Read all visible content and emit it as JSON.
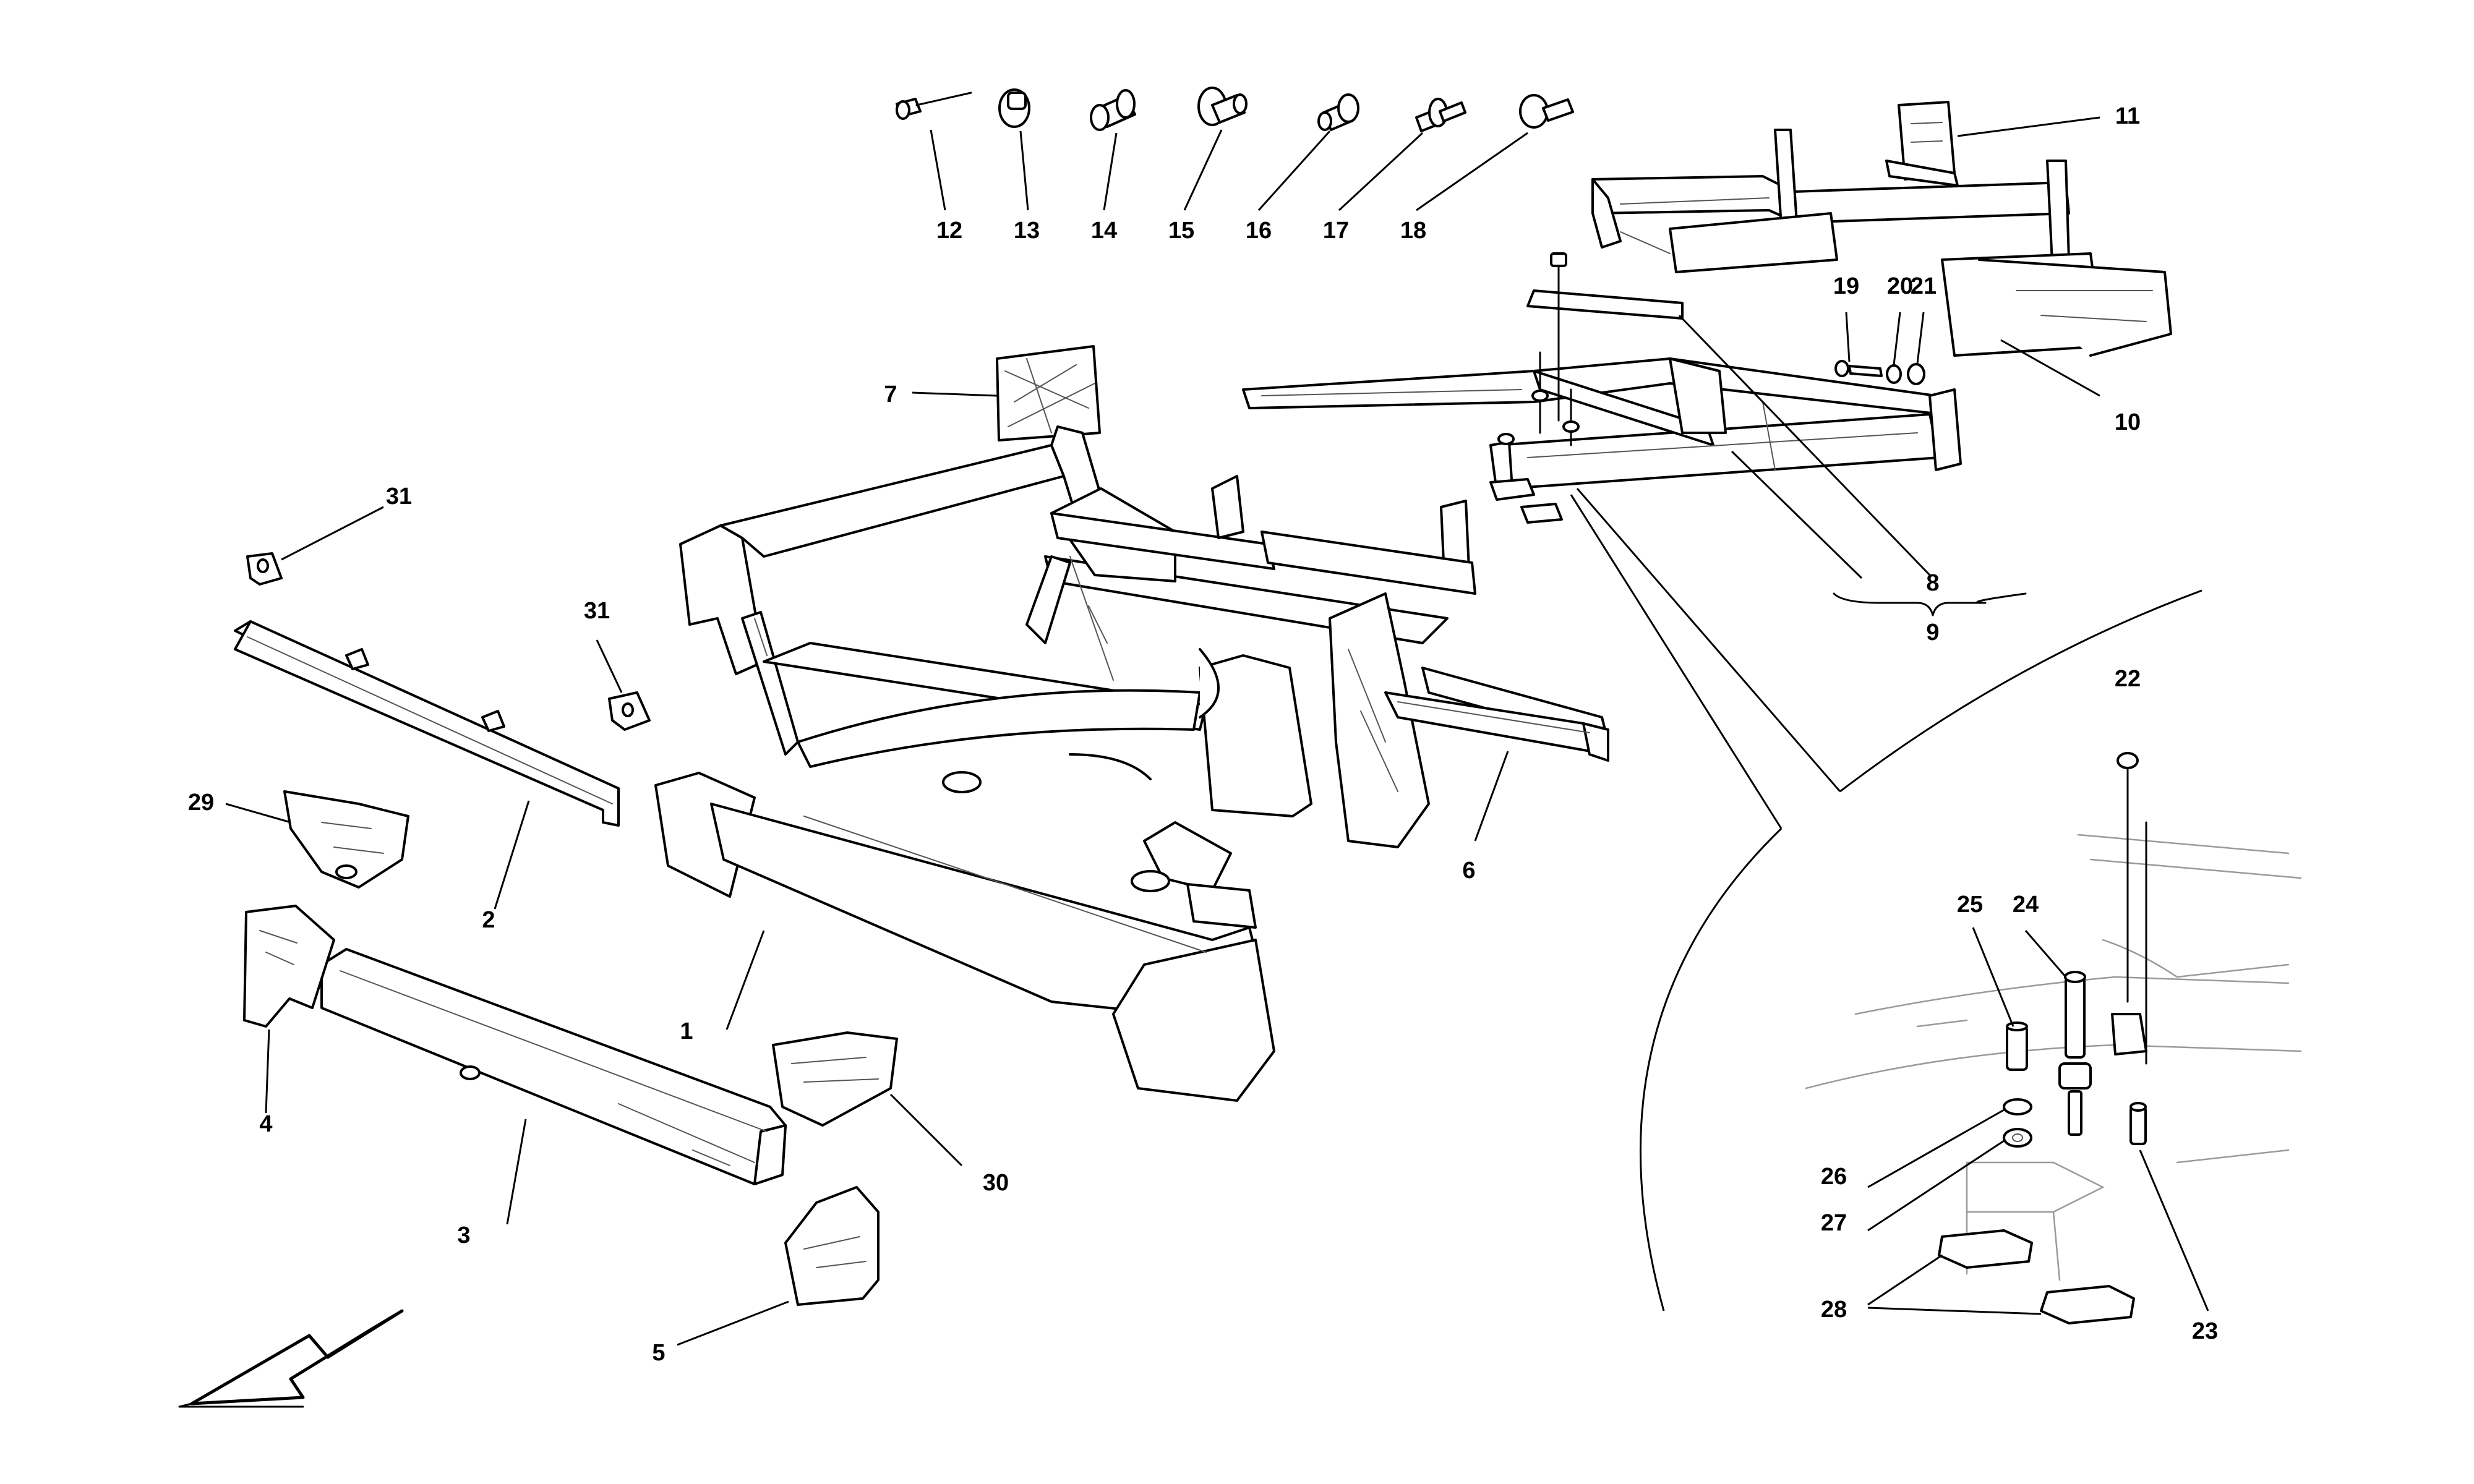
{
  "diagram": {
    "callouts": {
      "c1": "1",
      "c2": "2",
      "c3": "3",
      "c4": "4",
      "c5": "5",
      "c6": "6",
      "c7": "7",
      "c8": "8",
      "c9": "9",
      "c10": "10",
      "c11": "11",
      "c12": "12",
      "c13": "13",
      "c14": "14",
      "c15": "15",
      "c16": "16",
      "c17": "17",
      "c18": "18",
      "c19": "19",
      "c20": "20",
      "c21": "21",
      "c22": "22",
      "c23": "23",
      "c24": "24",
      "c25": "25",
      "c26": "26",
      "c27": "27",
      "c28": "28",
      "c29": "29",
      "c30": "30",
      "c31a": "31",
      "c31b": "31"
    }
  }
}
